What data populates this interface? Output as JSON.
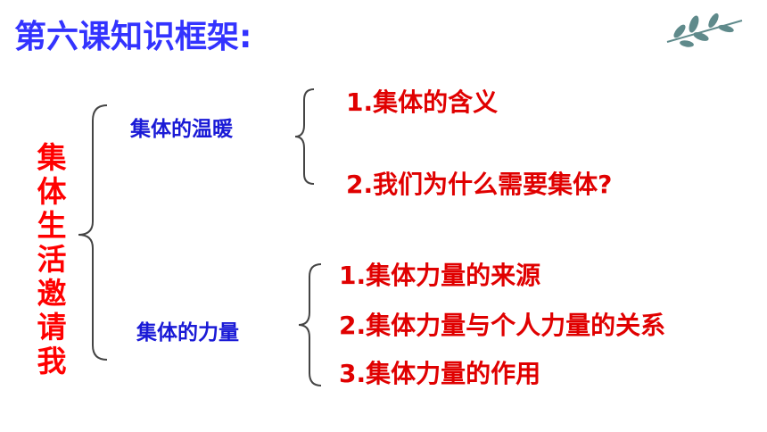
{
  "title": "第六课知识框架:",
  "root": "集体生活邀请我",
  "branches": [
    {
      "label": "集体的温暖",
      "items": [
        "1.集体的含义",
        "2.我们为什么需要集体?"
      ]
    },
    {
      "label": "集体的力量",
      "items": [
        "1.集体力量的来源",
        "2.集体力量与个人力量的关系",
        "3.集体力量的作用"
      ]
    }
  ],
  "colors": {
    "title": "#3333ff",
    "root": "#ff0000",
    "branch": "#1a1ad6",
    "leaf": "#e00000",
    "bracket": "#444444",
    "leaf_icon": "#5f8a8b"
  },
  "decor_icon": "leaf-branch-icon"
}
